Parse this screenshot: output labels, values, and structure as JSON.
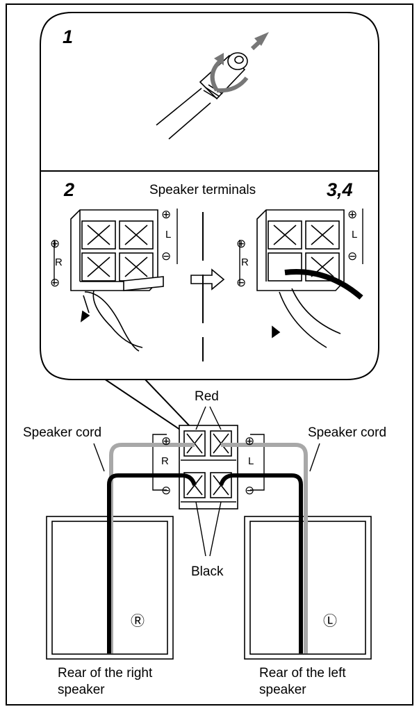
{
  "steps": {
    "step1": "1",
    "step2": "2",
    "step34": "3,4"
  },
  "labels": {
    "speaker_terminals": "Speaker terminals",
    "red": "Red",
    "black": "Black",
    "speaker_cord_left": "Speaker cord",
    "speaker_cord_right": "Speaker cord",
    "rear_right_line1": "Rear of the right",
    "rear_right_line2": "speaker",
    "rear_left_line1": "Rear of the left",
    "rear_left_line2": "speaker"
  },
  "terminal_marks": {
    "plus": "⊕",
    "minus": "⊖",
    "right": "R",
    "left": "L",
    "speaker_right_mark": "Ⓡ",
    "speaker_left_mark": "Ⓛ"
  },
  "colors": {
    "line": "#000000",
    "red_cord": "#a8a8a8",
    "black_cord": "#000000",
    "terminal": "#ffffff"
  }
}
